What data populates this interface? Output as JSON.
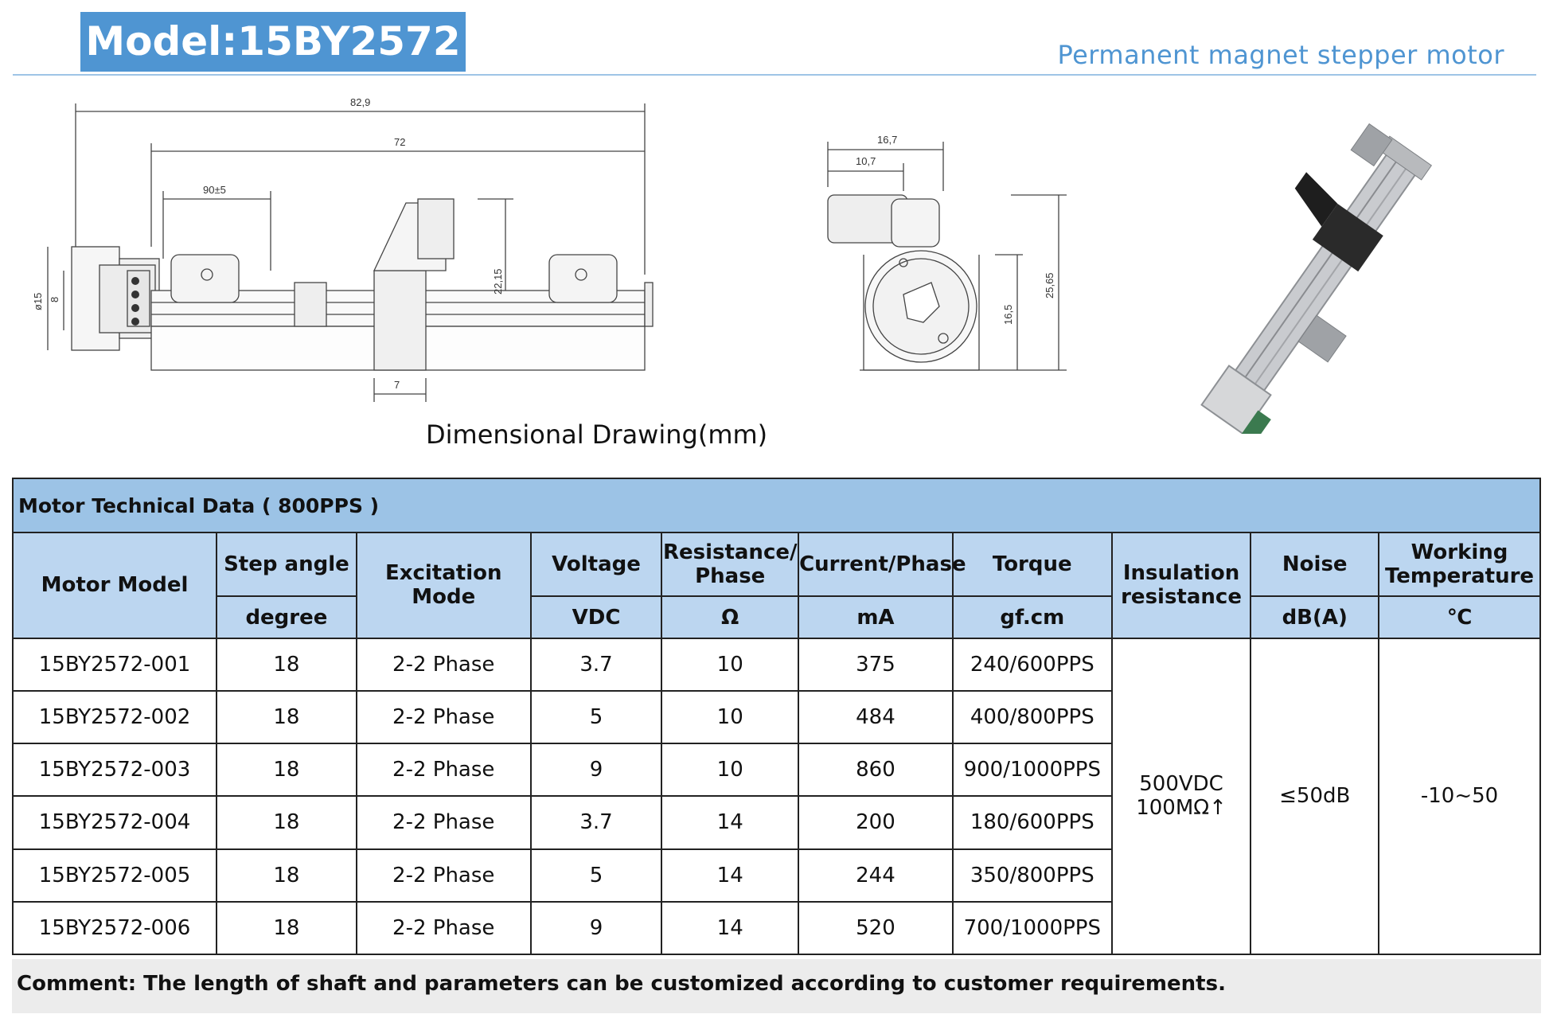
{
  "header": {
    "model_label": "Model:15BY2572",
    "subtitle": "Permanent magnet stepper motor"
  },
  "drawing": {
    "caption": "Dimensional Drawing(mm)",
    "side_view": {
      "dim_overall": "82,9",
      "dim_length": "72",
      "dim_slider_travel": "90±5",
      "dim_height": "22,15",
      "dim_slider_width": "7",
      "dim_diameter": "ø15",
      "dim_inner": "8"
    },
    "end_view": {
      "dim_top": "16,7",
      "dim_top_inner": "10,7",
      "dim_right_tall": "25,65",
      "dim_right_short": "16,5"
    }
  },
  "table": {
    "title": "Motor Technical Data ( 800PPS )",
    "headers": {
      "motor_model": "Motor Model",
      "step_angle": "Step angle",
      "step_angle_unit": "degree",
      "excitation_mode": "Excitation Mode",
      "voltage": "Voltage",
      "voltage_unit": "VDC",
      "resistance": "Resistance/ Phase",
      "resistance_unit": "Ω",
      "current": "Current/Phase",
      "current_unit": "mA",
      "torque": "Torque",
      "torque_unit": "gf.cm",
      "insulation": "Insulation resistance",
      "noise": "Noise",
      "noise_unit": "dB(A)",
      "working_temp": "Working Temperature",
      "working_temp_unit": "℃"
    },
    "rows": [
      {
        "model": "15BY2572-001",
        "step": "18",
        "mode": "2-2 Phase",
        "voltage": "3.7",
        "resistance": "10",
        "current": "375",
        "torque": "240/600PPS"
      },
      {
        "model": "15BY2572-002",
        "step": "18",
        "mode": "2-2 Phase",
        "voltage": "5",
        "resistance": "10",
        "current": "484",
        "torque": "400/800PPS"
      },
      {
        "model": "15BY2572-003",
        "step": "18",
        "mode": "2-2 Phase",
        "voltage": "9",
        "resistance": "10",
        "current": "860",
        "torque": "900/1000PPS"
      },
      {
        "model": "15BY2572-004",
        "step": "18",
        "mode": "2-2 Phase",
        "voltage": "3.7",
        "resistance": "14",
        "current": "200",
        "torque": "180/600PPS"
      },
      {
        "model": "15BY2572-005",
        "step": "18",
        "mode": "2-2 Phase",
        "voltage": "5",
        "resistance": "14",
        "current": "244",
        "torque": "350/800PPS"
      },
      {
        "model": "15BY2572-006",
        "step": "18",
        "mode": "2-2 Phase",
        "voltage": "9",
        "resistance": "14",
        "current": "520",
        "torque": "700/1000PPS"
      }
    ],
    "merged": {
      "insulation_line1": "500VDC",
      "insulation_line2": "100MΩ↑",
      "noise": "≤50dB",
      "working_temp": "-10~50"
    }
  },
  "comment": "Comment: The length of shaft and parameters can be customized according to customer requirements."
}
